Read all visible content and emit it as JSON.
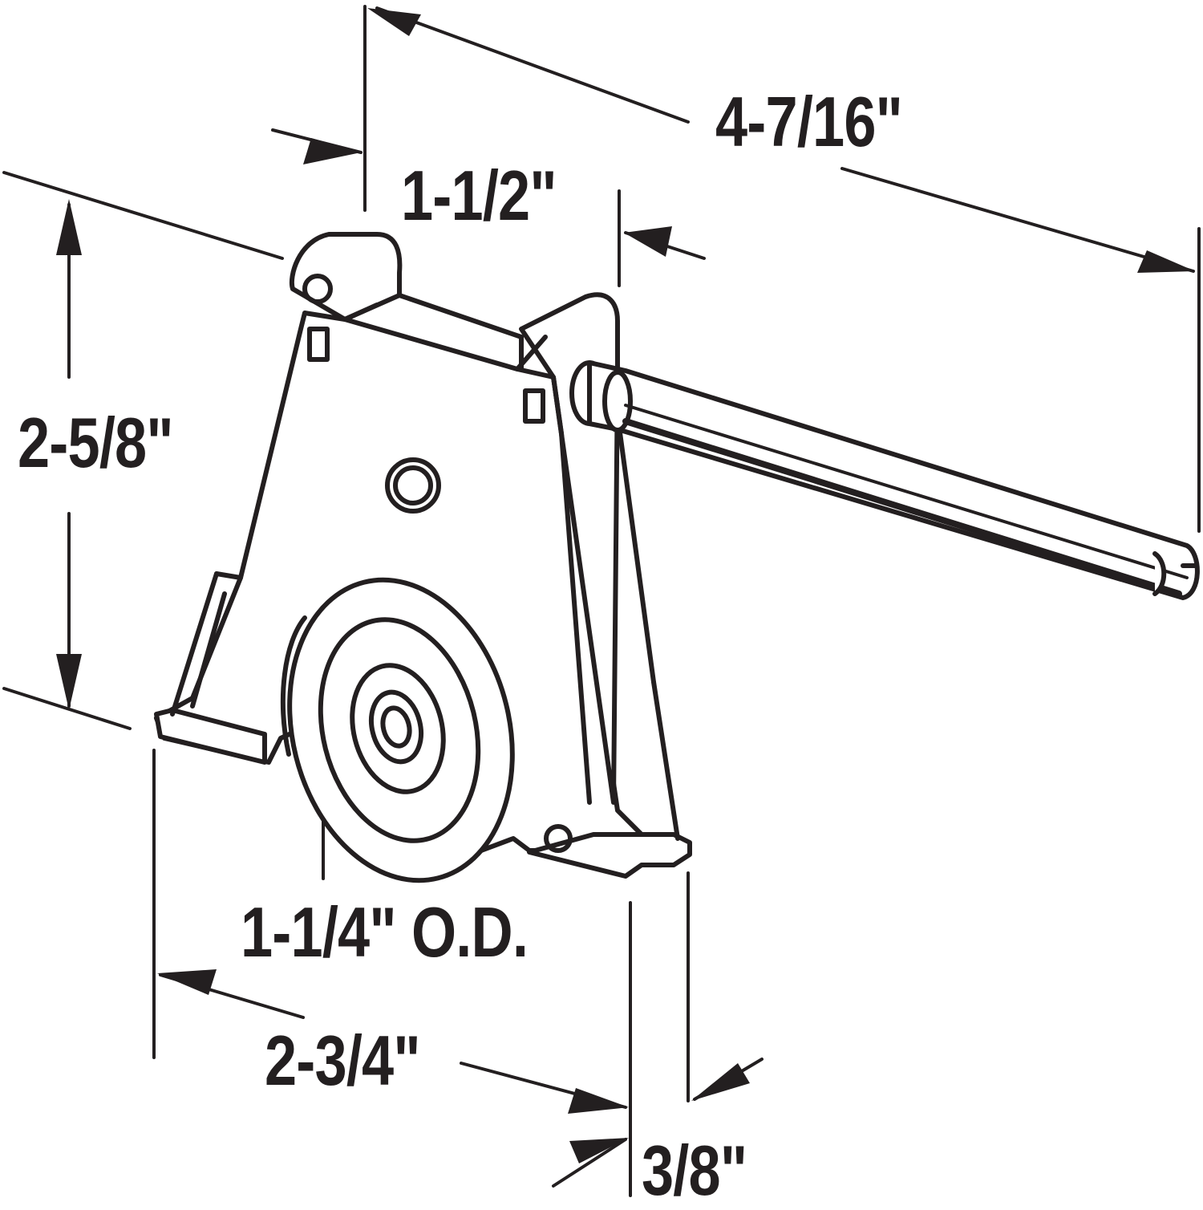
{
  "diagram": {
    "subject": "Sliding door roller assembly with adjusting rod",
    "line_color": "#231f20",
    "background": "#ffffff",
    "dimensions": {
      "overall_length": "4-7/16\"",
      "top_width": "1-1/2\"",
      "height": "2-5/8\"",
      "wheel_diameter": "1-1/4\" O.D.",
      "base_length": "2-3/4\"",
      "base_width": "3/8\""
    }
  }
}
